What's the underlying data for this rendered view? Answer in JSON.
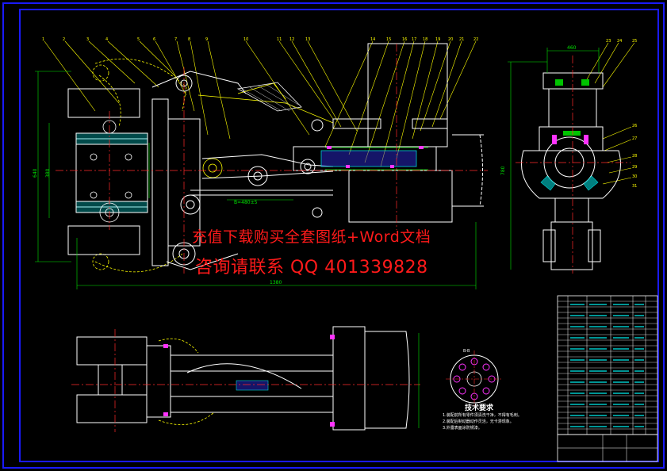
{
  "watermark": {
    "line1": "充值下载购买全套图纸+Word文档",
    "line2": "咨询请联系 QQ 401339828"
  },
  "callouts": {
    "main_view_top": [
      "1",
      "2",
      "3",
      "4",
      "5",
      "6",
      "7",
      "8",
      "9",
      "10",
      "11",
      "12",
      "13",
      "14",
      "15",
      "16",
      "17",
      "18",
      "19",
      "20",
      "21",
      "22"
    ],
    "side_view": [
      "23",
      "24",
      "25",
      "26",
      "27",
      "28",
      "29",
      "30",
      "31"
    ]
  },
  "dimensions": {
    "overall_length": "1380",
    "side_height": "780",
    "side_width": "460",
    "left_height": "640",
    "left_inner": "380",
    "inner_span": "B=480±5"
  },
  "technical_requirements": {
    "title": "技术要求",
    "items": [
      "1.装配前所有零件须清洗干净，不得有毛刺。",
      "2.装配后制动器动作灵活，无卡滞现象。",
      "3.外露表面涂防锈漆。"
    ]
  },
  "section_label": "B-B",
  "colors": {
    "background": "#000000",
    "frame": "#1a1aff",
    "outline": "#ffffff",
    "center_line": "#ff2a2a",
    "dimension": "#00e600",
    "leader": "#ffff00",
    "hatch": "#00d4d4",
    "magenta": "#ff33ff",
    "watermark": "#ff1a1a"
  }
}
